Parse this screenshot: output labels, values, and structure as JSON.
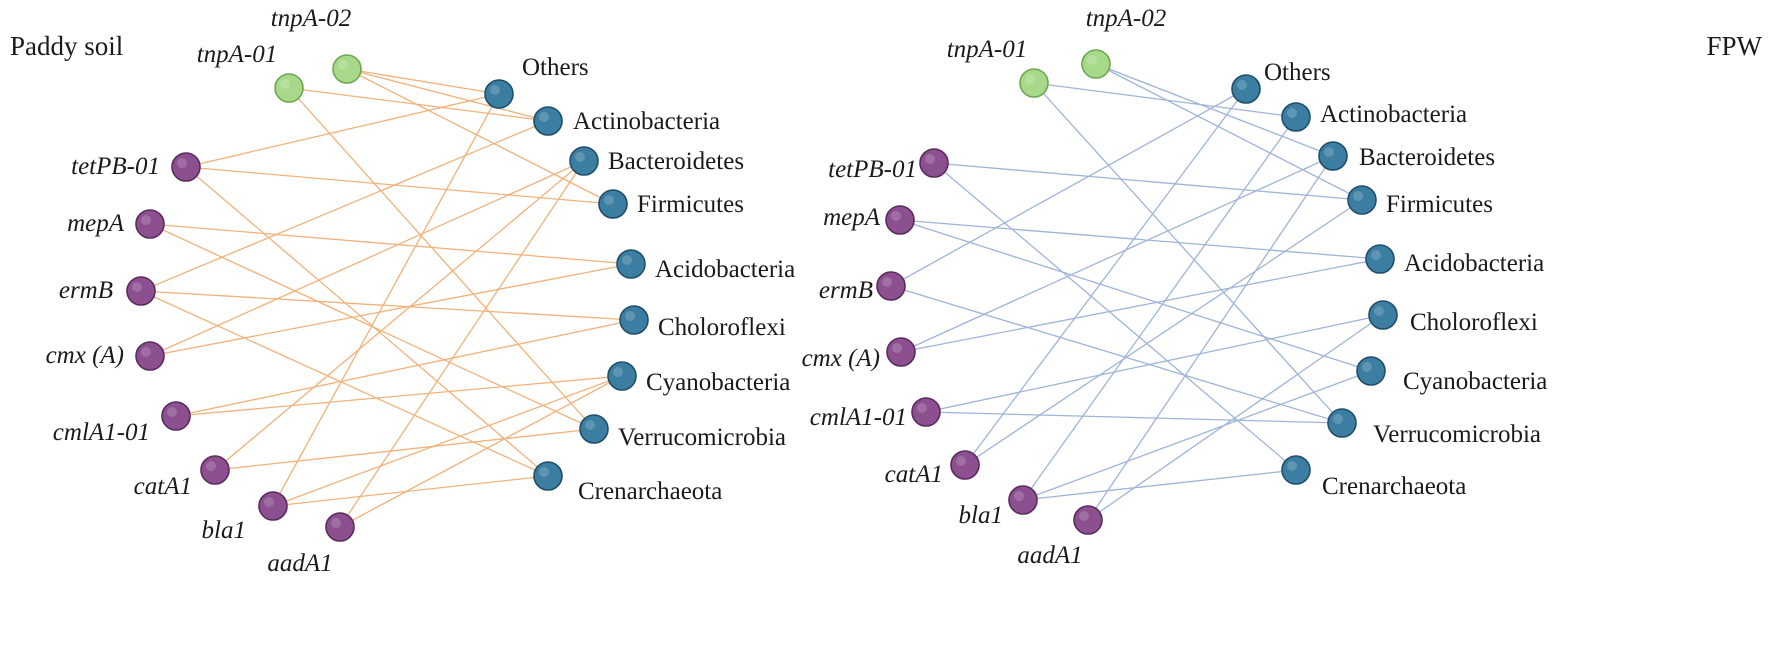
{
  "colors": {
    "mge_fill": "#a8d98a",
    "mge_stroke": "#6da84f",
    "arg_fill": "#8c4f8f",
    "arg_stroke": "#5a2c5e",
    "phylum_fill": "#3b7ea1",
    "phylum_stroke": "#1f4f6a",
    "edge_paddy": "#f0b27a",
    "edge_fpw": "#9fb4d8"
  },
  "panels": [
    {
      "title": "Paddy soil",
      "nodes": [
        {
          "id": "tnpA-01",
          "label": "tnpA-01",
          "kind": "mge"
        },
        {
          "id": "tnpA-02",
          "label": "tnpA-02",
          "kind": "mge"
        },
        {
          "id": "tetPB-01",
          "label": "tetPB-01",
          "kind": "arg"
        },
        {
          "id": "mepA",
          "label": "mepA",
          "kind": "arg"
        },
        {
          "id": "ermB",
          "label": "ermB",
          "kind": "arg"
        },
        {
          "id": "cmx",
          "label": "cmx (A)",
          "kind": "arg"
        },
        {
          "id": "cmlA1-01",
          "label": "cmlA1-01",
          "kind": "arg"
        },
        {
          "id": "catA1",
          "label": "catA1",
          "kind": "arg"
        },
        {
          "id": "bla1",
          "label": "bla1",
          "kind": "arg"
        },
        {
          "id": "aadA1",
          "label": "aadA1",
          "kind": "arg"
        },
        {
          "id": "Others",
          "label": "Others",
          "kind": "phylum"
        },
        {
          "id": "Actinobacteria",
          "label": "Actinobacteria",
          "kind": "phylum"
        },
        {
          "id": "Bacteroidetes",
          "label": "Bacteroidetes",
          "kind": "phylum"
        },
        {
          "id": "Firmicutes",
          "label": "Firmicutes",
          "kind": "phylum"
        },
        {
          "id": "Acidobacteria",
          "label": "Acidobacteria",
          "kind": "phylum"
        },
        {
          "id": "Choloroflexi",
          "label": "Choloroflexi",
          "kind": "phylum"
        },
        {
          "id": "Cyanobacteria",
          "label": "Cyanobacteria",
          "kind": "phylum"
        },
        {
          "id": "Verrucomicrobia",
          "label": "Verrucomicrobia",
          "kind": "phylum"
        },
        {
          "id": "Crenarchaeota",
          "label": "Crenarchaeota",
          "kind": "phylum"
        }
      ],
      "edges": [
        [
          "tnpA-01",
          "Actinobacteria"
        ],
        [
          "tnpA-01",
          "Verrucomicrobia"
        ],
        [
          "tnpA-02",
          "Others"
        ],
        [
          "tnpA-02",
          "Actinobacteria"
        ],
        [
          "tnpA-02",
          "Firmicutes"
        ],
        [
          "tetPB-01",
          "Others"
        ],
        [
          "tetPB-01",
          "Firmicutes"
        ],
        [
          "tetPB-01",
          "Crenarchaeota"
        ],
        [
          "mepA",
          "Acidobacteria"
        ],
        [
          "mepA",
          "Verrucomicrobia"
        ],
        [
          "ermB",
          "Actinobacteria"
        ],
        [
          "ermB",
          "Choloroflexi"
        ],
        [
          "ermB",
          "Crenarchaeota"
        ],
        [
          "cmx",
          "Bacteroidetes"
        ],
        [
          "cmx",
          "Acidobacteria"
        ],
        [
          "cmlA1-01",
          "Choloroflexi"
        ],
        [
          "cmlA1-01",
          "Cyanobacteria"
        ],
        [
          "catA1",
          "Bacteroidetes"
        ],
        [
          "catA1",
          "Verrucomicrobia"
        ],
        [
          "bla1",
          "Others"
        ],
        [
          "bla1",
          "Cyanobacteria"
        ],
        [
          "bla1",
          "Crenarchaeota"
        ],
        [
          "aadA1",
          "Bacteroidetes"
        ],
        [
          "aadA1",
          "Cyanobacteria"
        ]
      ]
    },
    {
      "title": "FPW",
      "nodes": [
        {
          "id": "tnpA-01",
          "label": "tnpA-01",
          "kind": "mge"
        },
        {
          "id": "tnpA-02",
          "label": "tnpA-02",
          "kind": "mge"
        },
        {
          "id": "tetPB-01",
          "label": "tetPB-01",
          "kind": "arg"
        },
        {
          "id": "mepA",
          "label": "mepA",
          "kind": "arg"
        },
        {
          "id": "ermB",
          "label": "ermB",
          "kind": "arg"
        },
        {
          "id": "cmx",
          "label": "cmx (A)",
          "kind": "arg"
        },
        {
          "id": "cmlA1-01",
          "label": "cmlA1-01",
          "kind": "arg"
        },
        {
          "id": "catA1",
          "label": "catA1",
          "kind": "arg"
        },
        {
          "id": "bla1",
          "label": "bla1",
          "kind": "arg"
        },
        {
          "id": "aadA1",
          "label": "aadA1",
          "kind": "arg"
        },
        {
          "id": "Others",
          "label": "Others",
          "kind": "phylum"
        },
        {
          "id": "Actinobacteria",
          "label": "Actinobacteria",
          "kind": "phylum"
        },
        {
          "id": "Bacteroidetes",
          "label": "Bacteroidetes",
          "kind": "phylum"
        },
        {
          "id": "Firmicutes",
          "label": "Firmicutes",
          "kind": "phylum"
        },
        {
          "id": "Acidobacteria",
          "label": "Acidobacteria",
          "kind": "phylum"
        },
        {
          "id": "Choloroflexi",
          "label": "Choloroflexi",
          "kind": "phylum"
        },
        {
          "id": "Cyanobacteria",
          "label": "Cyanobacteria",
          "kind": "phylum"
        },
        {
          "id": "Verrucomicrobia",
          "label": "Verrucomicrobia",
          "kind": "phylum"
        },
        {
          "id": "Crenarchaeota",
          "label": "Crenarchaeota",
          "kind": "phylum"
        }
      ],
      "edges": [
        [
          "tnpA-01",
          "Actinobacteria"
        ],
        [
          "tnpA-01",
          "Verrucomicrobia"
        ],
        [
          "tnpA-02",
          "Bacteroidetes"
        ],
        [
          "tnpA-02",
          "Firmicutes"
        ],
        [
          "tetPB-01",
          "Firmicutes"
        ],
        [
          "tetPB-01",
          "Crenarchaeota"
        ],
        [
          "mepA",
          "Acidobacteria"
        ],
        [
          "mepA",
          "Cyanobacteria"
        ],
        [
          "ermB",
          "Others"
        ],
        [
          "ermB",
          "Verrucomicrobia"
        ],
        [
          "cmx",
          "Bacteroidetes"
        ],
        [
          "cmx",
          "Acidobacteria"
        ],
        [
          "cmlA1-01",
          "Choloroflexi"
        ],
        [
          "cmlA1-01",
          "Verrucomicrobia"
        ],
        [
          "catA1",
          "Others"
        ],
        [
          "catA1",
          "Firmicutes"
        ],
        [
          "bla1",
          "Actinobacteria"
        ],
        [
          "bla1",
          "Cyanobacteria"
        ],
        [
          "bla1",
          "Crenarchaeota"
        ],
        [
          "aadA1",
          "Bacteroidetes"
        ],
        [
          "aadA1",
          "Choloroflexi"
        ]
      ]
    }
  ]
}
